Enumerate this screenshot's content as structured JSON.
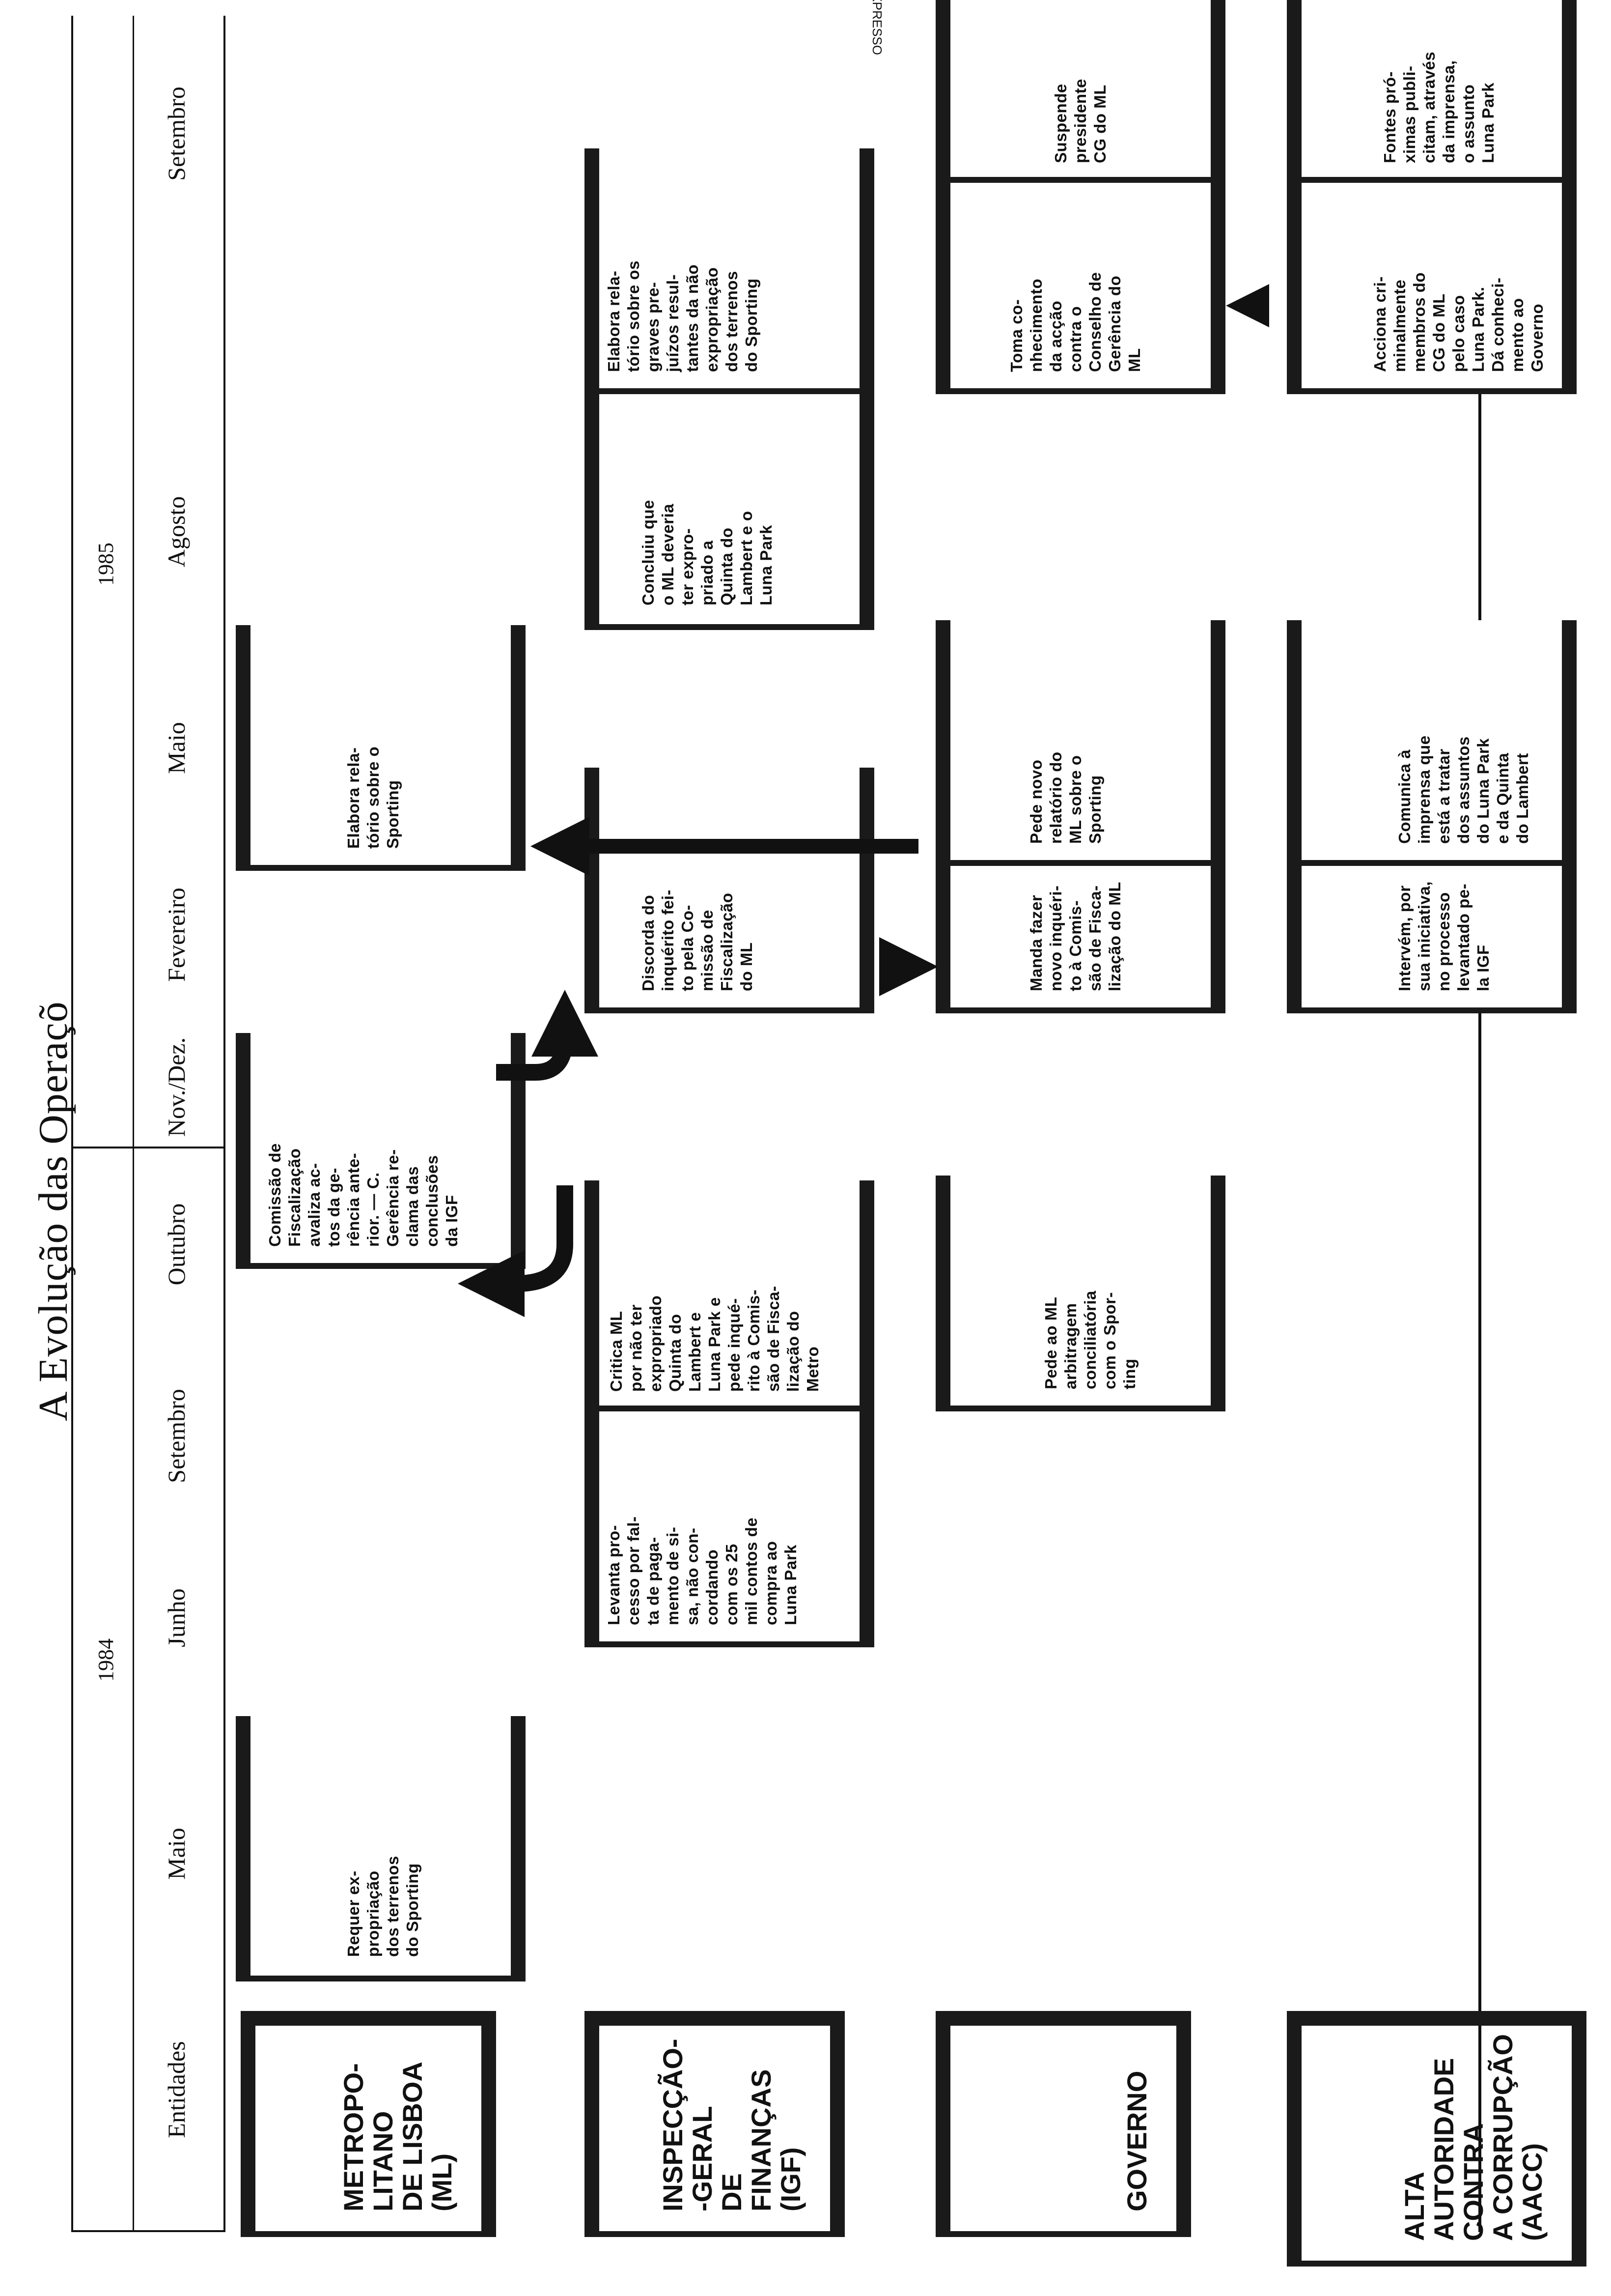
{
  "title": "A Evolução das Operaçõ",
  "years": {
    "y1984": "1984",
    "y1985": "1985"
  },
  "stamp": "© EXPRESSO",
  "months": {
    "entidades": "Entidades",
    "maio84": "Maio",
    "junho": "Junho",
    "setembro84": "Setembro",
    "outubro": "Outubro",
    "novdez": "Nov./Dez.",
    "fevereiro": "Fevereiro",
    "maio85": "Maio",
    "agosto": "Agosto",
    "setembro85": "Setembro"
  },
  "entities": {
    "ml": "METROPO-\nLITANO\nDE LISBOA\n(ML)",
    "igf": "INSPECÇÃO-\n-GERAL\nDE FINANÇAS\n(IGF)",
    "governo": "GOVERNO",
    "aacc": "ALTA\nAUTORIDADE\nCONTRA\nA CORRUPÇÃO\n(AACC)"
  },
  "events": {
    "ml_maio84": "Requer ex-\npropriação\ndos terrenos\ndo Sporting",
    "ml_outubro": "Comissão de\nFiscalização\navaliza ac-\ntos da ge-\nrência ante-\nrior. — C.\nGerência re-\nclama das\nconclusões\nda IGF",
    "ml_fevereiro": "Elabora rela-\ntório sobre o\nSporting",
    "igf_junho": "Levanta pro-\ncesso por fal-\nta de paga-\nmento de si-\nsa, não con-\ncordando\ncom os 25\nmil contos de\ncompra ao\nLuna Park",
    "igf_setembro": "Critica ML\npor não ter\nexpropriado\nQuinta do\nLambert e\nLuna Park e\npede inqué-\nrito à Comis-\nsão de Fisca-\nlização do\nMetro",
    "igf_novdez": "Discorda do\ninquérito fei-\nto pela Co-\nmissão de\nFiscalização\ndo ML",
    "igf_maio85": "Concluiu que\no ML deveria\nter expro-\npriado a\nQuinta do\nLambert e o\nLuna Park",
    "igf_agosto": "Elabora rela-\ntório sobre os\ngraves pre-\njuízos resul-\ntantes da não\nexpropriação\ndos terrenos\ndo Sporting",
    "gov_setembro": "Pede ao ML\narbitragem\nconciliatória\ncom o Spor-\nting",
    "gov_novdez": "Manda fazer\nnovo inquéri-\nto à Comis-\nsão de Fisca-\nlização do ML",
    "gov_fevereiro": "Pede novo\nrelatório do\nML sobre o\nSporting",
    "gov_agosto": "Toma co-\nnhecimento\nda acção\ncontra o\nConselho de\nGerência do\nML",
    "gov_setembro85": "Suspende\npresidente\nCG do ML",
    "aacc_novdez": "Intervém, por\nsua iniciativa,\nno processo\nlevantado pe-\nla IGF",
    "aacc_fevereiro": "Comunica à\nimprensa que\nestá a tratar\ndos assuntos\ndo Luna Park\ne da Quinta\ndo Lambert",
    "aacc_agosto": "Acciona cri-\nminalmente\nmembros do\nCG do ML\npelo caso\nLuna Park.\nDá conheci-\nmento ao\nGoverno",
    "aacc_setembro85": "Fontes pró-\nximas publi-\ncitam, através\nda imprensa,\no assunto\nLuna Park"
  }
}
